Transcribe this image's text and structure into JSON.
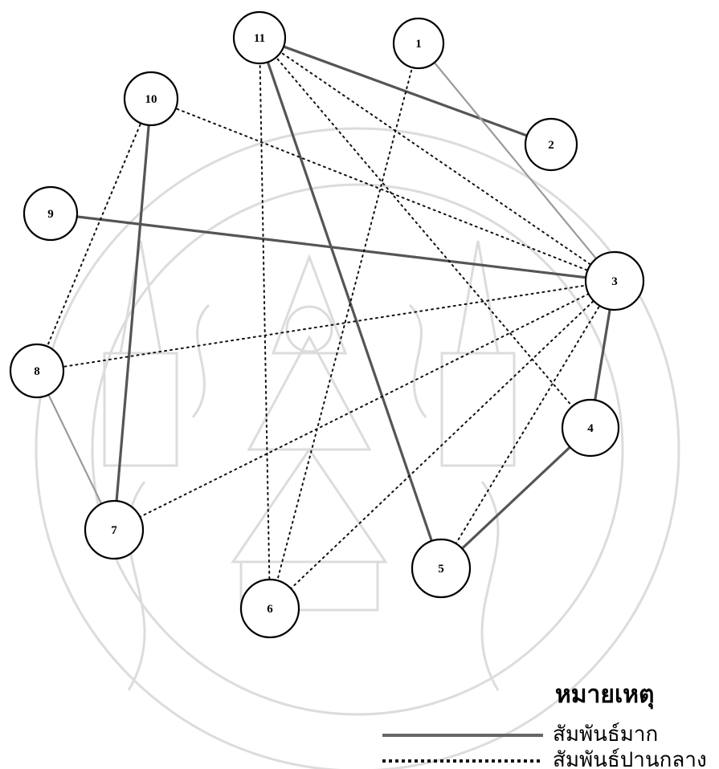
{
  "nodes": [
    {
      "id": "1",
      "label": "1"
    },
    {
      "id": "2",
      "label": "2"
    },
    {
      "id": "3",
      "label": "3"
    },
    {
      "id": "4",
      "label": "4"
    },
    {
      "id": "5",
      "label": "5"
    },
    {
      "id": "6",
      "label": "6"
    },
    {
      "id": "7",
      "label": "7"
    },
    {
      "id": "8",
      "label": "8"
    },
    {
      "id": "9",
      "label": "9"
    },
    {
      "id": "10",
      "label": "10"
    },
    {
      "id": "11",
      "label": "11"
    }
  ],
  "edges": [
    {
      "from": "11",
      "to": "2",
      "kind": "strong"
    },
    {
      "from": "11",
      "to": "5",
      "kind": "strong"
    },
    {
      "from": "9",
      "to": "3",
      "kind": "strong"
    },
    {
      "from": "10",
      "to": "7",
      "kind": "strong"
    },
    {
      "from": "3",
      "to": "4",
      "kind": "strong"
    },
    {
      "from": "4",
      "to": "5",
      "kind": "strong"
    },
    {
      "from": "1",
      "to": "3",
      "kind": "strong-light"
    },
    {
      "from": "8",
      "to": "7",
      "kind": "strong-light"
    },
    {
      "from": "11",
      "to": "6",
      "kind": "medium"
    },
    {
      "from": "11",
      "to": "3",
      "kind": "medium"
    },
    {
      "from": "11",
      "to": "4",
      "kind": "medium"
    },
    {
      "from": "1",
      "to": "6",
      "kind": "medium"
    },
    {
      "from": "10",
      "to": "3",
      "kind": "medium"
    },
    {
      "from": "10",
      "to": "8",
      "kind": "medium"
    },
    {
      "from": "8",
      "to": "3",
      "kind": "medium"
    },
    {
      "from": "7",
      "to": "3",
      "kind": "medium"
    },
    {
      "from": "6",
      "to": "3",
      "kind": "medium"
    },
    {
      "from": "5",
      "to": "3",
      "kind": "medium"
    }
  ],
  "legend": {
    "title": "หมายเหตุ",
    "items": [
      {
        "kind": "strong",
        "label": "สัมพันธ์มาก"
      },
      {
        "kind": "medium",
        "label": "สัมพันธ์ปานกลาง"
      }
    ]
  },
  "colors": {
    "strong": "#555555",
    "strong_light": "#9a9a9a",
    "medium": "#111111",
    "watermark": "#d8d8d8"
  }
}
